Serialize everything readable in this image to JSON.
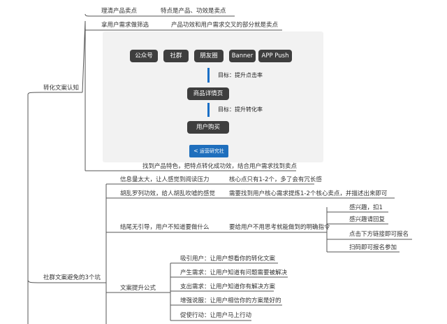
{
  "root_nodes": {
    "branch1": "转化文案认知",
    "branch2": "社群文案避免的3个坑"
  },
  "branch1": {
    "item1_label": "理清产品卖点",
    "item1_note": "特点是产品、功效是卖点",
    "item2_label": "拿用户需求做筛选",
    "item2_note": "产品功效和用户需求交叉的部分就是卖点",
    "summary": "找到产品特色，把特点转化成功效，结合用户需求找到卖点"
  },
  "flow": {
    "channels": [
      "公众号",
      "社群",
      "朋友圈",
      "Banner",
      "APP Push"
    ],
    "goal1": "目标：提升点击率",
    "stage1": "商品详情页",
    "goal2": "目标：提升转化率",
    "stage2": "用户购买",
    "badge": "运营研究社",
    "badge_icon": "share-icon"
  },
  "branch2": {
    "pit1_label": "信息量太大，让人感觉到阅读压力",
    "pit1_note": "核心点只有1-2个，多了会有冗长感",
    "pit2_label": "胡乱罗列功效，给人胡乱吹嘘的感觉",
    "pit2_note": "需要找到用户核心需求提炼1-2个核心卖点，并描述出来即可",
    "pit3_label": "结尾无引导，用户不知道要做什么",
    "pit3_note": "要给用户不用思考就能做到的明确指令",
    "pit3_options": [
      "感兴趣，扣1",
      "感兴趣请回复",
      "点击下方链接即可报名",
      "扫码即可报名参加"
    ],
    "formula_label": "文案提升公式",
    "formula_steps": [
      "吸引用户：让用户想看你的转化文案",
      "产生需求：让用户知道有问题需要被解决",
      "支出需求：让用户知道你有解决方案",
      "增强说服：让用户相信你的方案是好的",
      "促使行动：让用户马上行动"
    ]
  },
  "colors": {
    "line": "#555555",
    "node_dark": "#3e3e3e",
    "accent_blue": "#1a6fc6",
    "panel_bg": "#f2f2f2"
  }
}
